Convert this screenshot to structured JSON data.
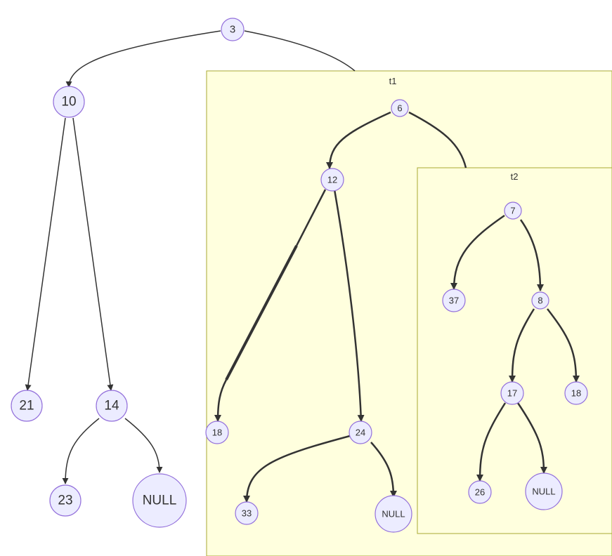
{
  "subgraphs": [
    {
      "id": "t1",
      "label": "t1"
    },
    {
      "id": "t2",
      "label": "t2"
    }
  ],
  "nodes": {
    "n3": "3",
    "n10": "10",
    "n21": "21",
    "n14": "14",
    "n23": "23",
    "nNull1": "NULL",
    "t1_6": "6",
    "t1_12": "12",
    "t1_18": "18",
    "t1_24": "24",
    "t1_33": "33",
    "t1_null": "NULL",
    "t2_7": "7",
    "t2_37": "37",
    "t2_8": "8",
    "t2_17": "17",
    "t2_18": "18",
    "t2_26": "26",
    "t2_null": "NULL"
  },
  "edges": [
    [
      "n3",
      "n10"
    ],
    [
      "n3",
      "t1"
    ],
    [
      "n10",
      "n21"
    ],
    [
      "n10",
      "n14"
    ],
    [
      "n14",
      "n23"
    ],
    [
      "n14",
      "nNull1"
    ],
    [
      "t1_6",
      "t1_12"
    ],
    [
      "t1_6",
      "t2"
    ],
    [
      "t1_12",
      "t1_18"
    ],
    [
      "t1_12",
      "t1_24"
    ],
    [
      "t1_24",
      "t1_33"
    ],
    [
      "t1_24",
      "t1_null"
    ],
    [
      "t2_7",
      "t2_37"
    ],
    [
      "t2_7",
      "t2_8"
    ],
    [
      "t2_8",
      "t2_17"
    ],
    [
      "t2_8",
      "t2_18"
    ],
    [
      "t2_17",
      "t2_26"
    ],
    [
      "t2_17",
      "t2_null"
    ]
  ],
  "colors": {
    "node_fill": "#ececff",
    "node_stroke": "#9370db",
    "edge": "#333333",
    "cluster_fill": "#ffffde",
    "cluster_stroke": "#aaaa33"
  }
}
